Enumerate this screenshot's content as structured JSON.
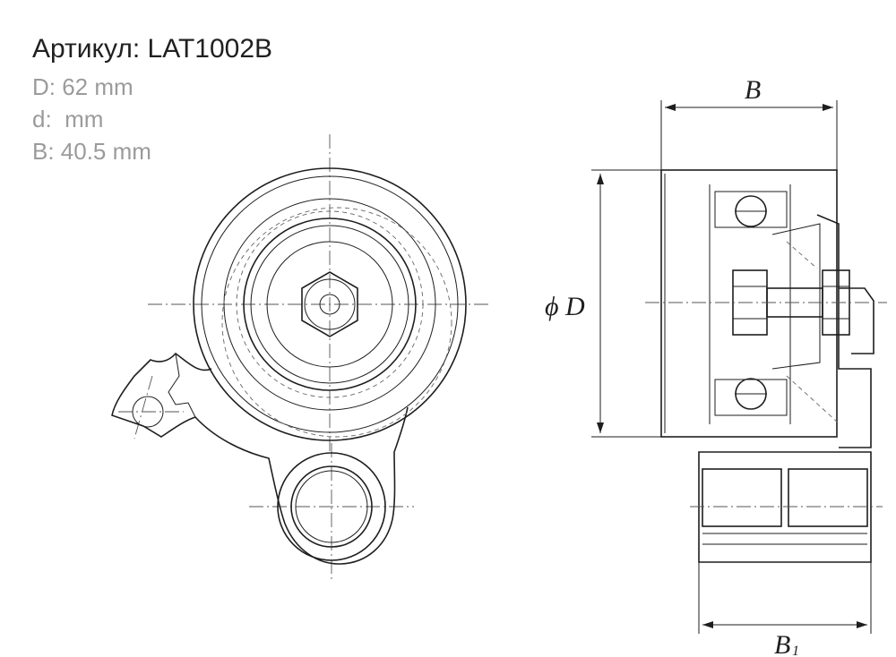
{
  "spec": {
    "article": "Артикул: LAT1002B",
    "outer_diameter": "D: 62 mm",
    "inner_diameter": "d:  mm",
    "width": "B: 40.5 mm"
  },
  "drawing": {
    "label_width": "B",
    "label_diameter": "ϕ D",
    "label_width_b1": "B",
    "label_width_b1_sub": "1"
  }
}
